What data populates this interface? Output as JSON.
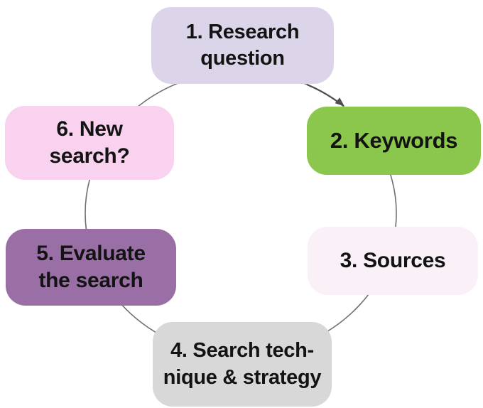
{
  "diagram": {
    "background": "#ffffff",
    "connector": {
      "stroke": "#6f6f6f",
      "arrow_color": "#4e4e4e"
    },
    "steps": [
      {
        "name": "research-question",
        "lines": [
          "1. Research",
          "question"
        ],
        "bg": "#dcd5ea",
        "text": "#131313"
      },
      {
        "name": "keywords",
        "lines": [
          "2. Keywords"
        ],
        "bg": "#8cc74d",
        "text": "#131313"
      },
      {
        "name": "sources",
        "lines": [
          "3. Sources"
        ],
        "bg": "#faf1f8",
        "text": "#131313"
      },
      {
        "name": "search-technique",
        "lines": [
          "4. Search tech-",
          "nique & strategy"
        ],
        "bg": "#d8d8d8",
        "text": "#131313"
      },
      {
        "name": "evaluate-search",
        "lines": [
          "5. Evaluate",
          "the search"
        ],
        "bg": "#9a6fa6",
        "text": "#131313"
      },
      {
        "name": "new-search",
        "lines": [
          "6. New",
          "search?"
        ],
        "bg": "#f8d2ee",
        "text": "#131313"
      }
    ]
  }
}
